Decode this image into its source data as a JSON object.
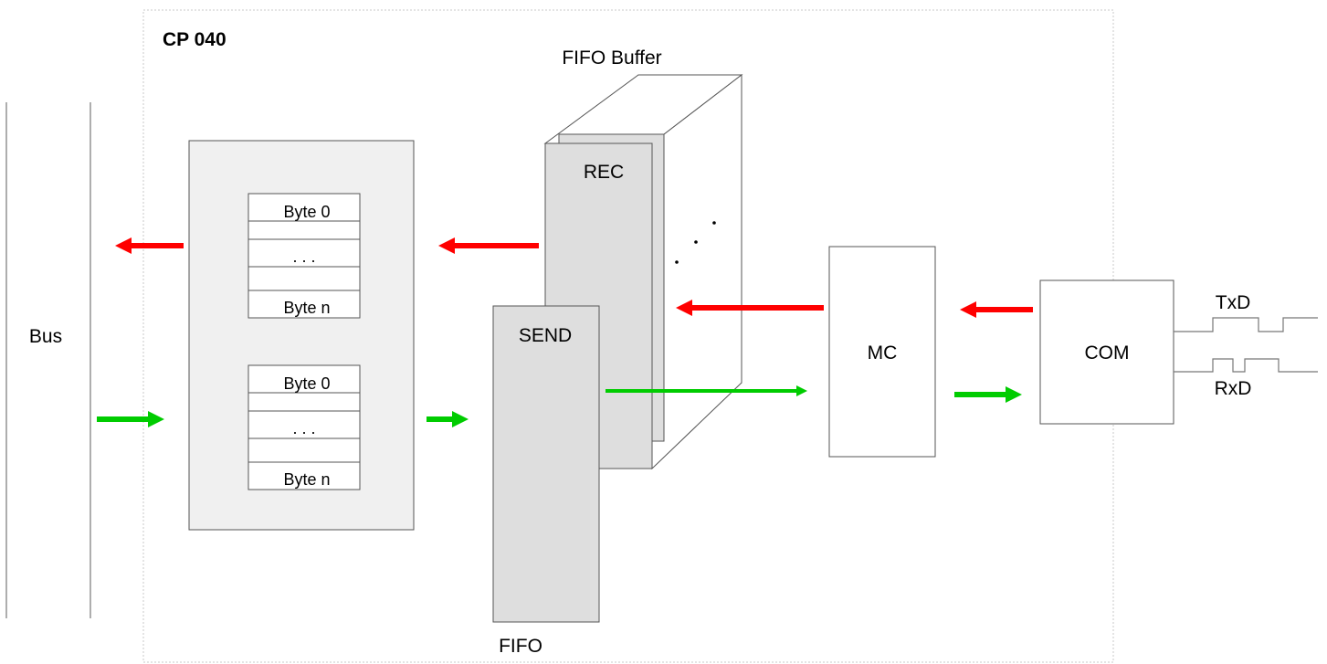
{
  "module": {
    "title": "CP 040"
  },
  "bus": {
    "label": "Bus"
  },
  "memory": {
    "receive_block": {
      "cells": [
        "Byte 0",
        ". . .",
        "",
        "Byte n"
      ]
    },
    "send_block": {
      "cells": [
        "Byte 0",
        ". . .",
        "",
        "Byte n"
      ]
    }
  },
  "fifo_buffer": {
    "title": "FIFO Buffer",
    "rec_label": "REC",
    "send_label": "SEND",
    "fifo_label": "FIFO"
  },
  "mc": {
    "label": "MC"
  },
  "com": {
    "label": "COM"
  },
  "signals": {
    "txd": "TxD",
    "rxd": "RxD"
  },
  "colors": {
    "receive_arrow": "#ff0000",
    "send_arrow": "#00cc00",
    "panel_fill": "#f0f0f0",
    "fifo_fill": "#dedede",
    "line": "#555555",
    "module_border": "#c8c8c8"
  }
}
